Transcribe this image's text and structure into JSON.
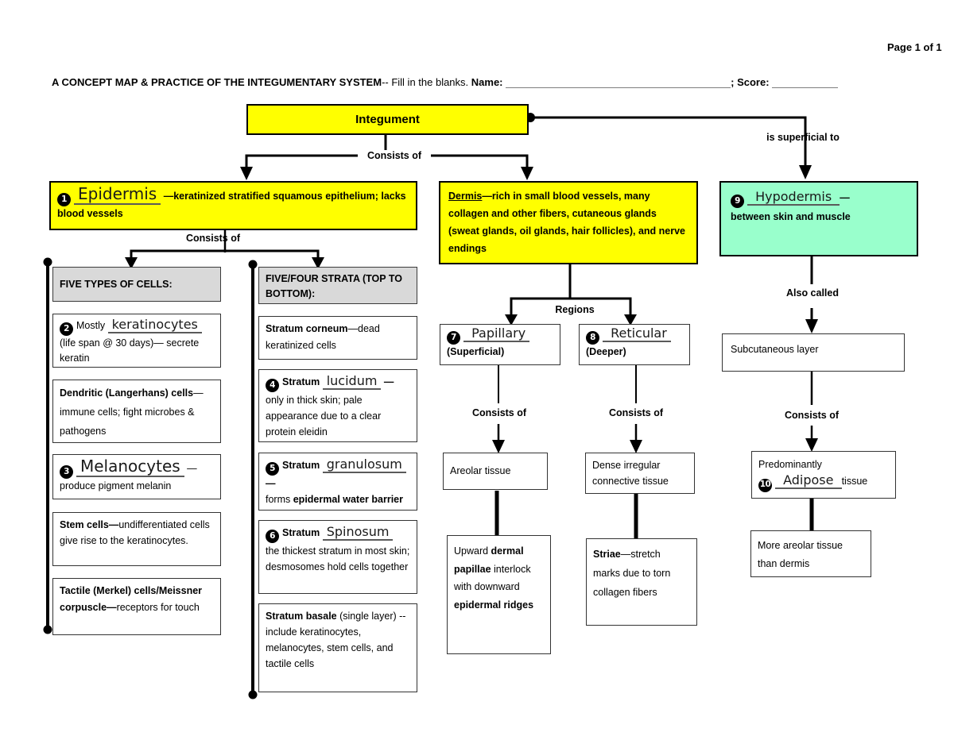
{
  "page": {
    "page_number": "Page 1 of 1"
  },
  "header": {
    "title_bold": "A CONCEPT MAP & PRACTICE OF THE INTEGUMENTARY SYSTEM",
    "title_rest": "-- Fill in the blanks.  ",
    "name_label": "Name:",
    "score_label": "; Score:"
  },
  "labels": {
    "consists_of": "Consists of",
    "is_superficial_to": "is superficial to",
    "regions": "Regions",
    "also_called": "Also called"
  },
  "colors": {
    "highlight_yellow": "#FFFF00",
    "highlight_mint": "#99FFCC",
    "header_gray": "#D9D9D9",
    "line_black": "#000000"
  },
  "boxes": {
    "integument": {
      "title": "Integument"
    },
    "epidermis": {
      "segments": [
        {
          "t": "1",
          "s": "n"
        },
        {
          "t": "Epidermis",
          "s": "A"
        },
        {
          "t": " —keratinized stratified squamous epithelium; lacks blood vessels",
          "s": "b"
        }
      ]
    },
    "dermis": {
      "segments": [
        {
          "t": "Dermis",
          "s": "bu"
        },
        {
          "t": "—rich in small blood vessels, many collagen and other fibers, cutaneous glands (sweat glands, oil glands, hair follicles), and nerve endings",
          "s": "b"
        }
      ]
    },
    "hypodermis": {
      "segments": [
        {
          "t": "9",
          "s": "n"
        },
        {
          "t": " Hypodermis ",
          "s": "a"
        },
        {
          "t": " —",
          "s": "b"
        },
        {
          "s": "br"
        },
        {
          "t": "between skin and muscle",
          "s": "b"
        }
      ]
    },
    "cells_header": {
      "text": "FIVE TYPES OF CELLS:"
    },
    "keratinocytes": {
      "segments": [
        {
          "t": "2",
          "s": "n"
        },
        {
          "t": "Mostly ",
          "s": "r"
        },
        {
          "t": "keratinocytes",
          "s": "a"
        },
        {
          "s": "br"
        },
        {
          "t": "(life span @ 30 days)— secrete keratin",
          "s": "r"
        }
      ]
    },
    "dendritic": {
      "segments": [
        {
          "t": "Dendritic (Langerhans) cells",
          "s": "b"
        },
        {
          "t": "—immune cells; fight microbes & pathogens",
          "s": "r"
        }
      ]
    },
    "melanocytes": {
      "segments": [
        {
          "t": "3",
          "s": "n"
        },
        {
          "t": "Melanocytes",
          "s": "A"
        },
        {
          "t": " —",
          "s": "r"
        },
        {
          "s": "br"
        },
        {
          "t": "produce pigment melanin",
          "s": "r"
        }
      ]
    },
    "stem_cells": {
      "segments": [
        {
          "t": "Stem cells—",
          "s": "b"
        },
        {
          "t": "undifferentiated cells give rise to the keratinocytes.",
          "s": "r"
        }
      ]
    },
    "tactile": {
      "segments": [
        {
          "t": "Tactile (Merkel) cells/Meissner corpuscle—",
          "s": "b"
        },
        {
          "t": "receptors for touch",
          "s": "r"
        }
      ]
    },
    "strata_header": {
      "text": "FIVE/FOUR STRATA (TOP TO BOTTOM):"
    },
    "corneum": {
      "segments": [
        {
          "t": "Stratum corneum",
          "s": "b"
        },
        {
          "t": "—dead keratinized cells",
          "s": "r"
        }
      ]
    },
    "lucidum": {
      "segments": [
        {
          "t": "4",
          "s": "n"
        },
        {
          "t": "Stratum ",
          "s": "b"
        },
        {
          "t": "lucidum",
          "s": "a"
        },
        {
          "t": " —",
          "s": "b"
        },
        {
          "s": "br"
        },
        {
          "t": "only in thick skin; pale appearance due to a clear protein eleidin",
          "s": "r"
        }
      ]
    },
    "granulosum": {
      "segments": [
        {
          "t": "5",
          "s": "n"
        },
        {
          "t": "Stratum ",
          "s": "b"
        },
        {
          "t": "granulosum",
          "s": "a"
        },
        {
          "t": "—",
          "s": "b"
        },
        {
          "s": "br"
        },
        {
          "t": "forms ",
          "s": "r"
        },
        {
          "t": "epidermal water barrier",
          "s": "b"
        }
      ]
    },
    "spinosum": {
      "segments": [
        {
          "t": "6",
          "s": "n"
        },
        {
          "t": "Stratum ",
          "s": "b"
        },
        {
          "t": "Spinosum",
          "s": "a"
        },
        {
          "s": "br"
        },
        {
          "t": "the thickest stratum in most skin; desmosomes hold cells together",
          "s": "r"
        }
      ]
    },
    "basale": {
      "segments": [
        {
          "t": "Stratum basale",
          "s": "b"
        },
        {
          "t": " (single layer) -- include keratinocytes, melanocytes, stem cells, and tactile cells",
          "s": "r"
        }
      ]
    },
    "papillary": {
      "segments": [
        {
          "t": "7",
          "s": "n"
        },
        {
          "t": " Papillary ",
          "s": "a"
        },
        {
          "s": "br"
        },
        {
          "t": "(Superficial)",
          "s": "b"
        }
      ]
    },
    "reticular": {
      "segments": [
        {
          "t": "8",
          "s": "n"
        },
        {
          "t": " Reticular ",
          "s": "a"
        },
        {
          "s": "br"
        },
        {
          "t": "(Deeper)",
          "s": "b"
        }
      ]
    },
    "areolar": {
      "text": "Areolar tissue"
    },
    "dense_irregular": {
      "text": "Dense irregular connective tissue"
    },
    "papillae": {
      "segments": [
        {
          "t": "Upward ",
          "s": "r"
        },
        {
          "t": "dermal papillae",
          "s": "b"
        },
        {
          "t": " interlock with downward ",
          "s": "r"
        },
        {
          "t": "epidermal ridges",
          "s": "b"
        }
      ]
    },
    "striae": {
      "segments": [
        {
          "t": "Striae",
          "s": "b"
        },
        {
          "t": "—stretch marks due to torn collagen fibers",
          "s": "r"
        }
      ]
    },
    "subcutaneous": {
      "text": "Subcutaneous layer"
    },
    "adipose": {
      "segments": [
        {
          "t": "Predominantly",
          "s": "r"
        },
        {
          "s": "br"
        },
        {
          "t": "10",
          "s": "n"
        },
        {
          "t": " Adipose ",
          "s": "a"
        },
        {
          "t": " tissue",
          "s": "r"
        }
      ]
    },
    "more_areolar": {
      "text": "More areolar tissue than dermis"
    }
  }
}
